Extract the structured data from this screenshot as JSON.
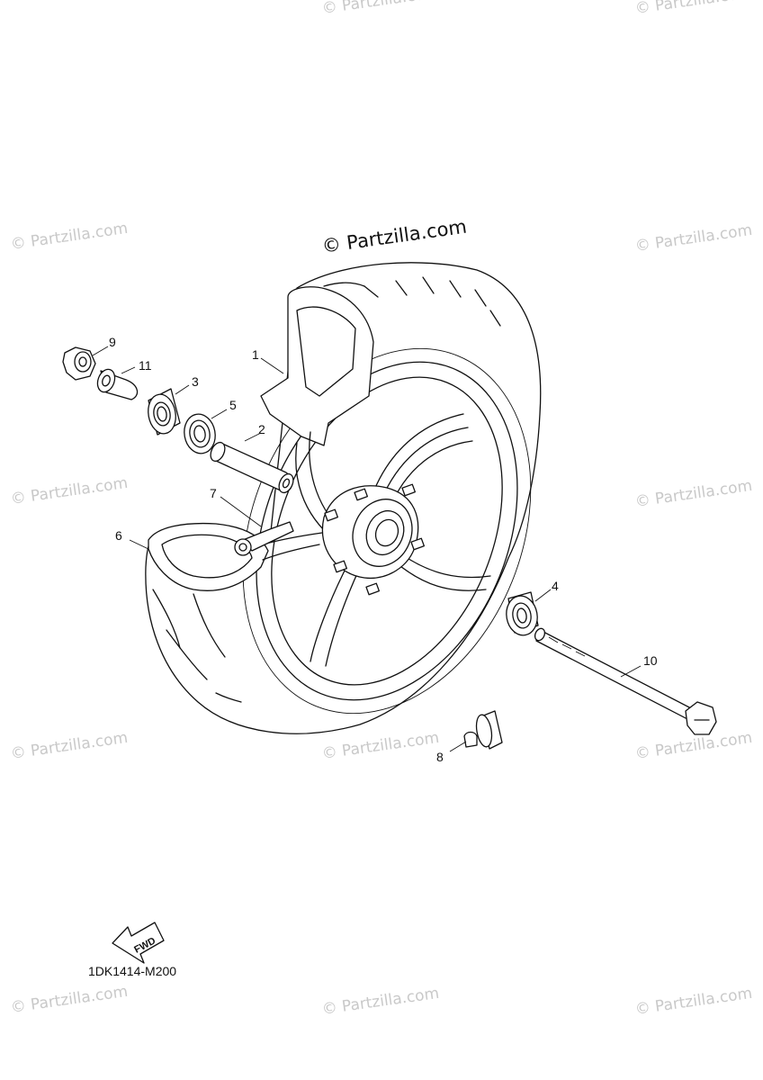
{
  "watermark": {
    "repeat_text": "© Partzilla.com",
    "center_text": "© Partzilla.com"
  },
  "diagram": {
    "code": "1DK1414-M200",
    "fwd_label": "FWD"
  },
  "callouts": [
    "1",
    "2",
    "3",
    "4",
    "5",
    "6",
    "7",
    "8",
    "9",
    "10",
    "11"
  ],
  "colors": {
    "line": "#111111",
    "watermark": "#c9c9c9",
    "background": "#ffffff"
  }
}
